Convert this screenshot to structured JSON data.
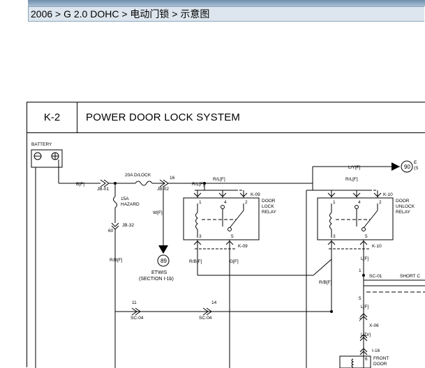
{
  "breadcrumb": "2006 > G 2.0 DOHC > 电动门锁 > 示意图",
  "diagram": {
    "code": "K-2",
    "title": "POWER DOOR LOCK SYSTEM"
  },
  "labels": {
    "battery": "BATTERY",
    "b_wire": "B[F]",
    "jb01": "JB-01",
    "fuse_20a": "20A D/LOCK",
    "pin16": "16",
    "jb02": "JB-02",
    "rl_wire": "R/L[F]",
    "ly_wire": "L/Y[F]",
    "ref90": "90",
    "ref90_text": "E",
    "ref90_sub": "(S",
    "fuse15a_1": "15A",
    "fuse15a_2": "HAZARD",
    "jb32": "JB-32",
    "pin60": "60",
    "w_wire": "W[F]",
    "rl_f_1": "R/L[F]",
    "k09_top": "K-09",
    "door_lock_relay_1": "DOOR",
    "door_lock_relay_2": "LOCK",
    "door_lock_relay_3": "RELAY",
    "relay1_pin1": "1",
    "relay1_pin4": "4",
    "relay1_pin2": "2",
    "relay1_pin3": "3",
    "relay1_pin5": "5",
    "k09_bottom": "K-09",
    "rb_f_1": "R/B[F]",
    "g_f": "G[F]",
    "ref89": "89",
    "etwis_1": "ETWIS",
    "etwis_2": "(SECTION I-1b)",
    "rb_f_left": "R/B[F]",
    "pin11": "11",
    "sc04_a": "SC-04",
    "pin14": "14",
    "sc04_b": "SC-04",
    "rl_f_2": "R/L[F]",
    "k10_top": "K-10",
    "door_unlock_relay_1": "DOOR",
    "door_unlock_relay_2": "UNLOCK",
    "door_unlock_relay_3": "RELAY",
    "relay2_pin1": "1",
    "relay2_pin4": "4",
    "relay2_pin2": "2",
    "relay2_pin3": "3",
    "relay2_pin5": "5",
    "k10_bottom": "K-10",
    "l_f_1": "L[F]",
    "rb_f_right": "R/B[F]",
    "pin1": "1",
    "sc01": "SC-01",
    "short_label": "SHORT C",
    "pin5": "5",
    "l_f_2": "L[F]",
    "pin7": "7",
    "x06": "X-06",
    "l_dr": "L[Dr]",
    "i16": "I-16",
    "pin6": "6",
    "front_door_1": "FRONT",
    "front_door_2": "DOOR"
  }
}
